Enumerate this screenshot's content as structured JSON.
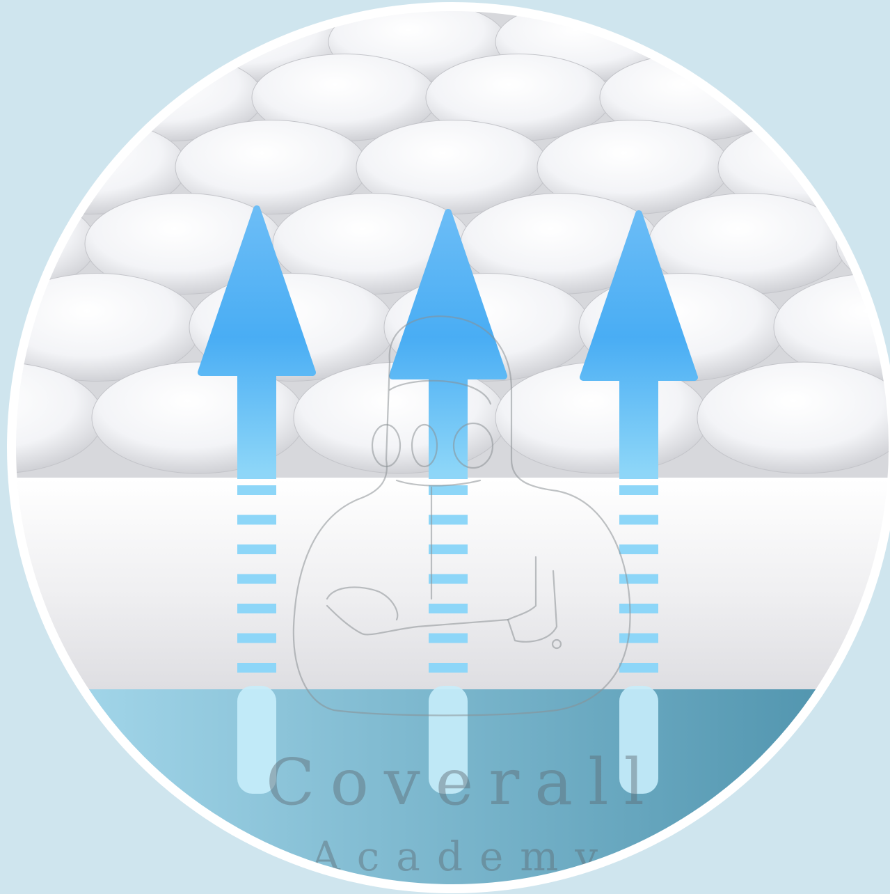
{
  "watermark": {
    "line1": "Coverall",
    "line2": "Academy"
  },
  "colors": {
    "background": "#cfe5ee",
    "ring": "#ffffff",
    "arrow_top": "#4aaef5",
    "arrow_bottom": "#b7e6fb",
    "water_left": "#a6d8ec",
    "water_right": "#4d94ad",
    "membrane": "#f1f1f2"
  },
  "illustration": {
    "arrow_count": 3,
    "layers": [
      "quilted-padding-icon",
      "membrane-layer",
      "water-layer"
    ]
  }
}
